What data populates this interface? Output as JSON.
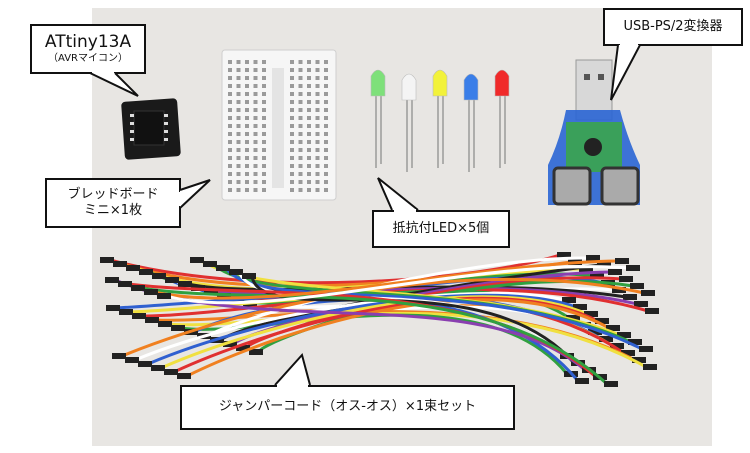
{
  "callouts": {
    "mcu": {
      "title": "ATtiny13A",
      "subtitle": "（AVRマイコン）"
    },
    "usb": {
      "label": "USB-PS/2変換器"
    },
    "breadboard": {
      "line1": "ブレッドボード",
      "line2": "ミニ×1枚"
    },
    "led": {
      "label": "抵抗付LED×5個"
    },
    "jumper": {
      "label": "ジャンパーコード（オス-オス）×1束セット"
    }
  },
  "colors": {
    "background": "#e8e6e3",
    "led_green": "#7ee07a",
    "led_white": "#f4f4f4",
    "led_yellow": "#f2f23a",
    "led_blue": "#3a7ee8",
    "led_red": "#f02a2a",
    "adapter_blue": "#1f5fd0"
  }
}
